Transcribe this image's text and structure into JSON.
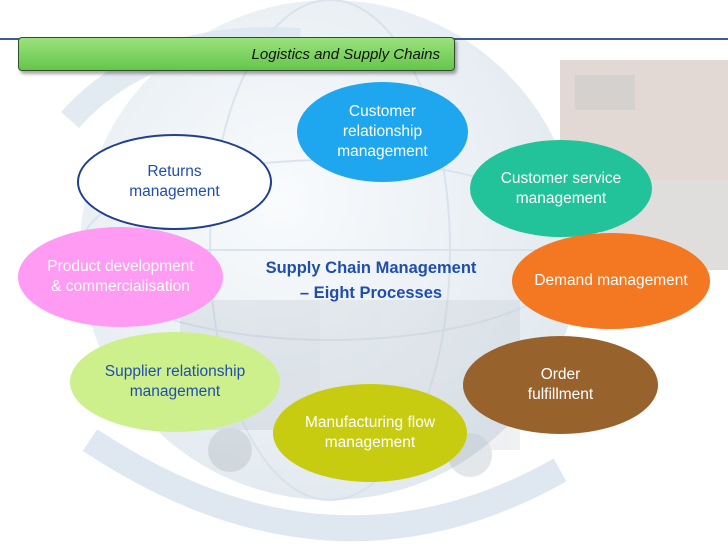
{
  "title": "Logistics and Supply Chains",
  "center_text": "Supply Chain Management\n– Eight Processes",
  "processes": {
    "customer_relationship": {
      "label": "Customer\nrelationship\nmanagement",
      "color": "#1ea6ee",
      "text_color": "#ffffff"
    },
    "customer_service": {
      "label": "Customer service\nmanagement",
      "color": "#22c39a",
      "text_color": "#ffffff"
    },
    "demand": {
      "label": "Demand management",
      "color": "#f47721",
      "text_color": "#ffffff"
    },
    "order_fulfillment": {
      "label": "Order\nfulfillment",
      "color": "#98622c",
      "text_color": "#ffffff"
    },
    "manufacturing_flow": {
      "label": "Manufacturing flow\nmanagement",
      "color": "#c7cc10",
      "text_color": "#ffffff"
    },
    "supplier_relationship": {
      "label": "Supplier relationship\nmanagement",
      "color": "#cdf08c",
      "text_color": "#1f4eae"
    },
    "product_development": {
      "label": "Product development\n& commercialisation",
      "color": "#ff9bf2",
      "text_color": "#ffffff"
    },
    "returns": {
      "label": "Returns\nmanagement",
      "color": "#ffffff",
      "text_color": "#1f4eae",
      "border": "#1f3f8f"
    }
  }
}
